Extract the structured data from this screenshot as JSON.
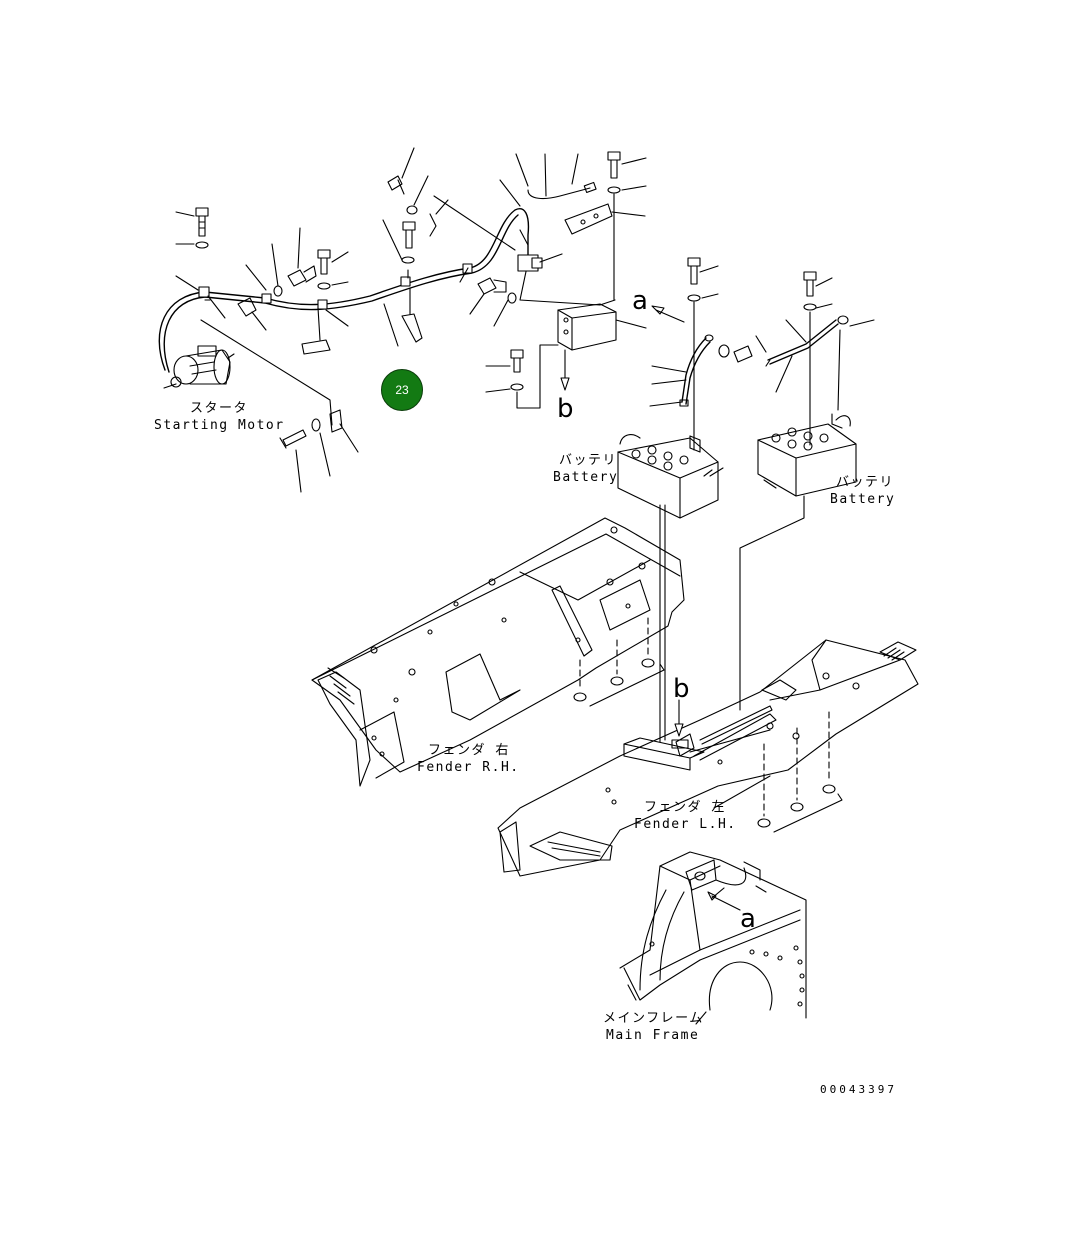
{
  "labels": {
    "starter_jp": "スタータ",
    "starter_en": "Starting Motor",
    "battery_right_jp": "バッテリ",
    "battery_right_en": "Battery",
    "battery_left_jp": "バッテリ",
    "battery_left_en": "Battery",
    "fender_rh_jp": "フェンダ 右",
    "fender_rh_en": "Fender R.H.",
    "fender_lh_jp": "フェンダ 左",
    "fender_lh_en": "Fender L.H.",
    "main_frame_jp": "メインフレーム",
    "main_frame_en": "Main Frame"
  },
  "view_markers": {
    "a_top": "a",
    "b_top": "b",
    "b_fender": "b",
    "a_frame": "a"
  },
  "callout_badge": {
    "number": "23",
    "color": "#137a13"
  },
  "document_number": "00043397"
}
